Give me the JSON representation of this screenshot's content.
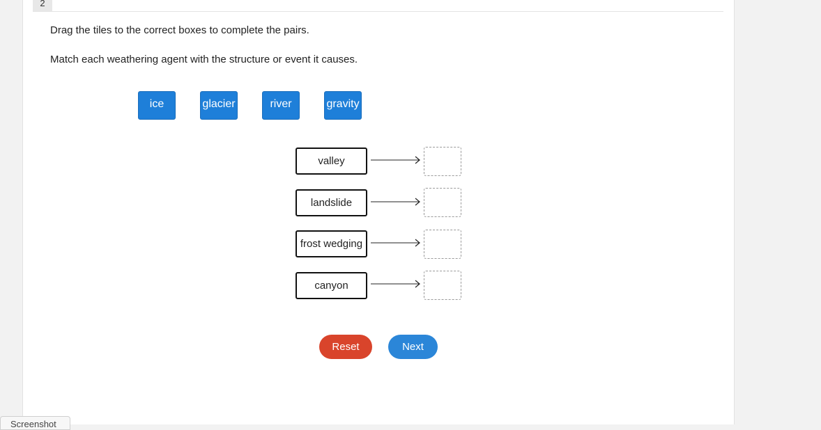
{
  "question": {
    "number": "2",
    "instruction_1": "Drag the tiles to the correct boxes to complete the pairs.",
    "instruction_2": "Match each weathering agent with the structure or event it causes."
  },
  "tiles": [
    {
      "label": "ice"
    },
    {
      "label": "glacier"
    },
    {
      "label": "river"
    },
    {
      "label": "gravity"
    }
  ],
  "pairs": [
    {
      "term": "valley"
    },
    {
      "term": "landslide"
    },
    {
      "term": "frost wedging"
    },
    {
      "term": "canyon"
    }
  ],
  "buttons": {
    "reset": "Reset",
    "next": "Next"
  },
  "footer_tab": "Screenshot",
  "colors": {
    "tile": "#1e7fd9",
    "reset": "#d9442b",
    "next": "#2b86d8"
  }
}
